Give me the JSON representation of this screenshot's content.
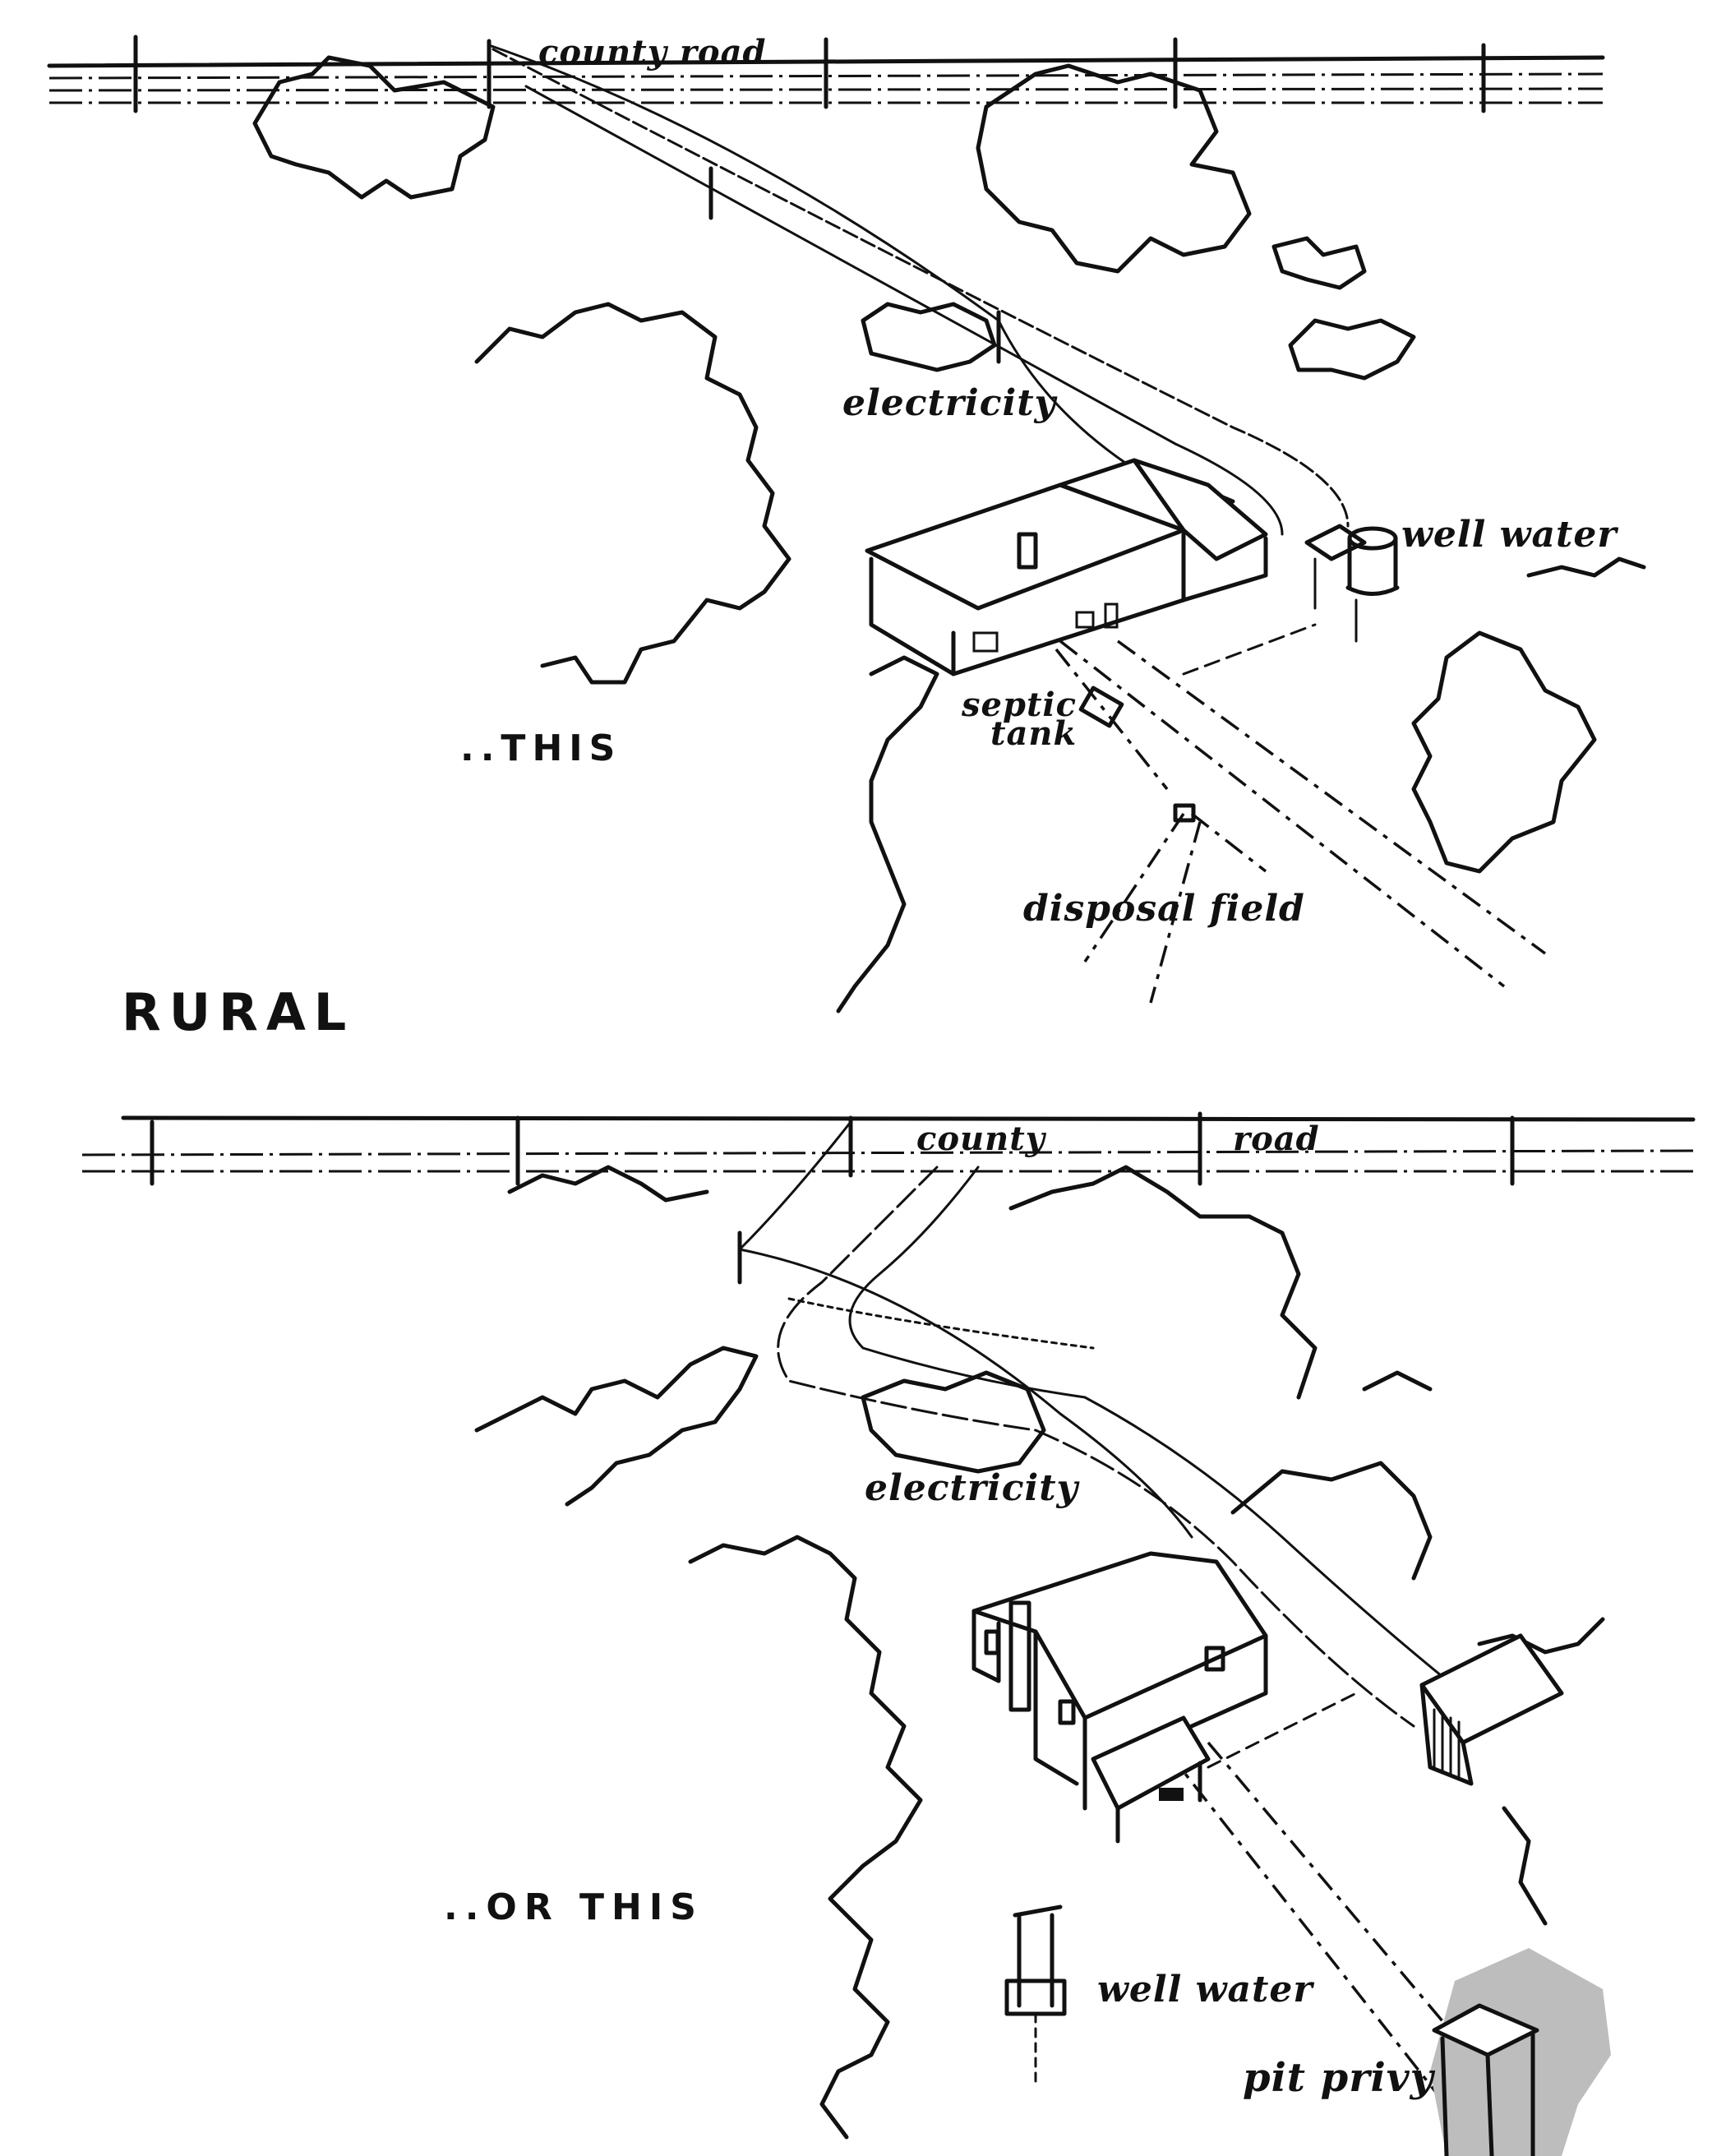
{
  "illustration": {
    "heading": "RURAL",
    "top_scene": {
      "caption": "..THIS",
      "labels": {
        "road": "county road",
        "electricity": "electricity",
        "water": "well water",
        "septic": [
          "septic",
          "tank"
        ],
        "disposal": "disposal field"
      }
    },
    "bottom_scene": {
      "caption": "..OR THIS",
      "labels": {
        "road_left": "county",
        "road_right": "road",
        "electricity": "electricity",
        "water": "well water",
        "privy": "pit privy"
      }
    },
    "colors": {
      "ink": "#111111",
      "paper": "#ffffff",
      "shade": "#bdbdbd"
    }
  }
}
